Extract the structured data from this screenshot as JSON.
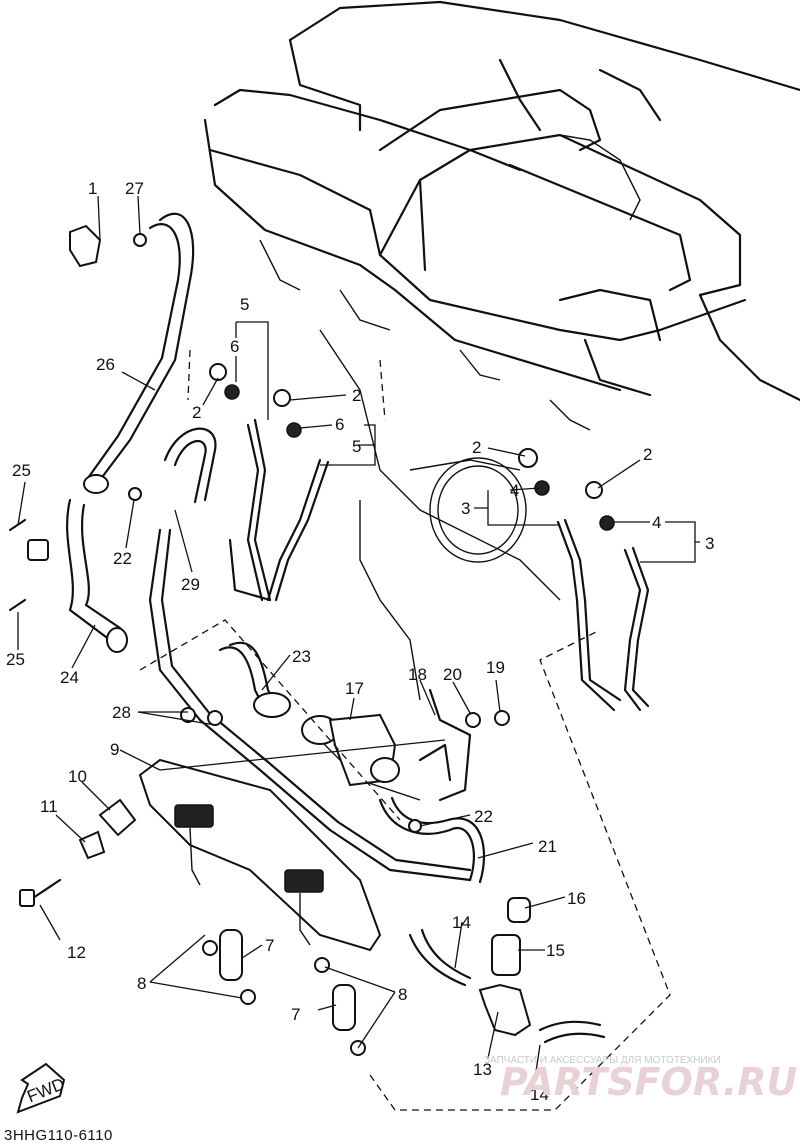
{
  "diagram_code": "3HHG110-6110",
  "direction_label": "FWD",
  "watermark": {
    "top_text": "ЗАПЧАСТИ И АКСЕССУАРЫ ДЛЯ МОТОТЕХНИКИ",
    "brand_text": "PARTSFOR.RU"
  },
  "callouts": [
    "1",
    "27",
    "26",
    "5",
    "6",
    "2",
    "6",
    "5",
    "2",
    "2",
    "4",
    "3",
    "2",
    "4",
    "3",
    "25",
    "25",
    "24",
    "22",
    "29",
    "23",
    "17",
    "18",
    "20",
    "19",
    "28",
    "9",
    "10",
    "11",
    "12",
    "22",
    "21",
    "16",
    "14",
    "15",
    "7",
    "8",
    "7",
    "8",
    "13",
    "14"
  ],
  "colors": {
    "line": "#111111",
    "background": "#ffffff",
    "watermark": "#e8d2d6"
  }
}
